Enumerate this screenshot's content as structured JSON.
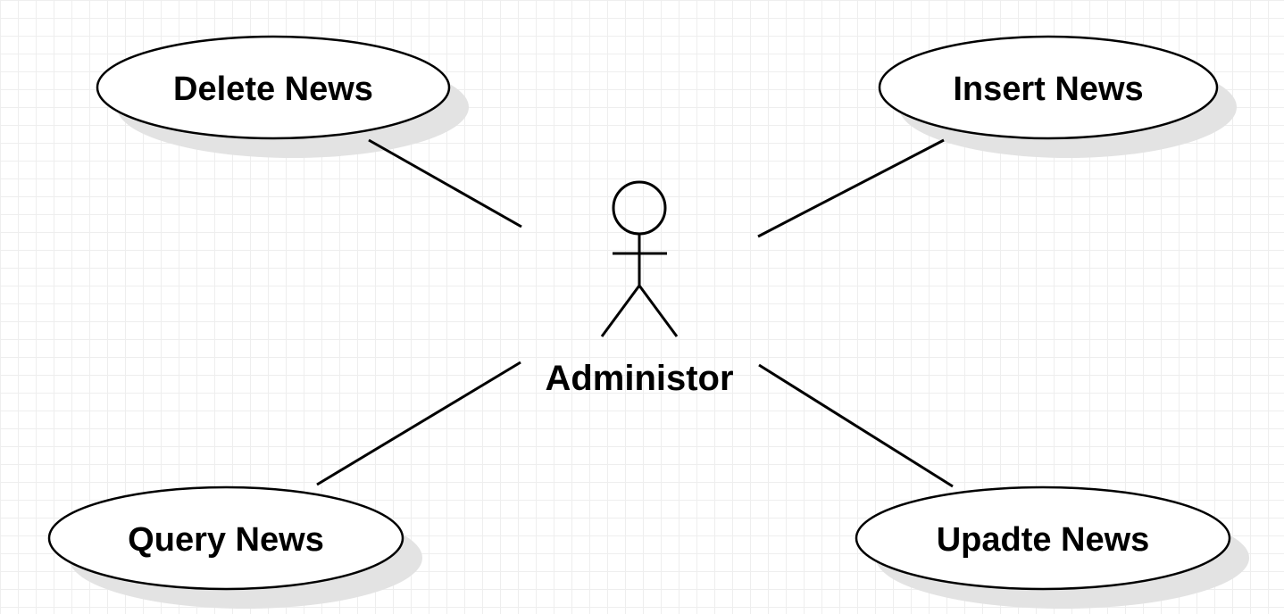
{
  "diagram": {
    "type": "use-case",
    "actor": {
      "label": "Administor"
    },
    "use_cases": [
      {
        "id": "delete",
        "label": "Delete News"
      },
      {
        "id": "insert",
        "label": "Insert News"
      },
      {
        "id": "query",
        "label": "Query News"
      },
      {
        "id": "update",
        "label": "Upadte News"
      }
    ],
    "associations": [
      {
        "from": "actor",
        "to": "delete"
      },
      {
        "from": "actor",
        "to": "insert"
      },
      {
        "from": "actor",
        "to": "query"
      },
      {
        "from": "actor",
        "to": "update"
      }
    ]
  }
}
